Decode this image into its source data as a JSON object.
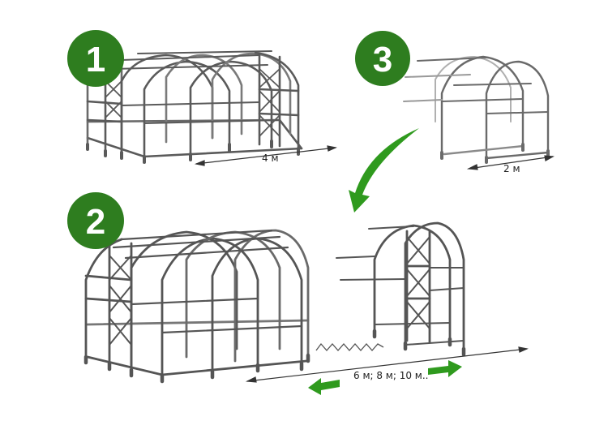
{
  "colors": {
    "badge_green": "#2e7d1f",
    "arrow_green": "#2f9a1e",
    "frame_dark": "#555555",
    "frame_light": "#a9a9a9"
  },
  "steps": [
    {
      "number": "1"
    },
    {
      "number": "2"
    },
    {
      "number": "3"
    }
  ],
  "dimensions": {
    "step1_length": "4 м",
    "step3_length": "2 м",
    "step2_length": "6 м;  8 м; 10 м.."
  },
  "icons": {
    "assembly_arrow": "curved-arrow-icon",
    "extend_left": "arrow-left-icon",
    "extend_right": "arrow-right-icon"
  }
}
